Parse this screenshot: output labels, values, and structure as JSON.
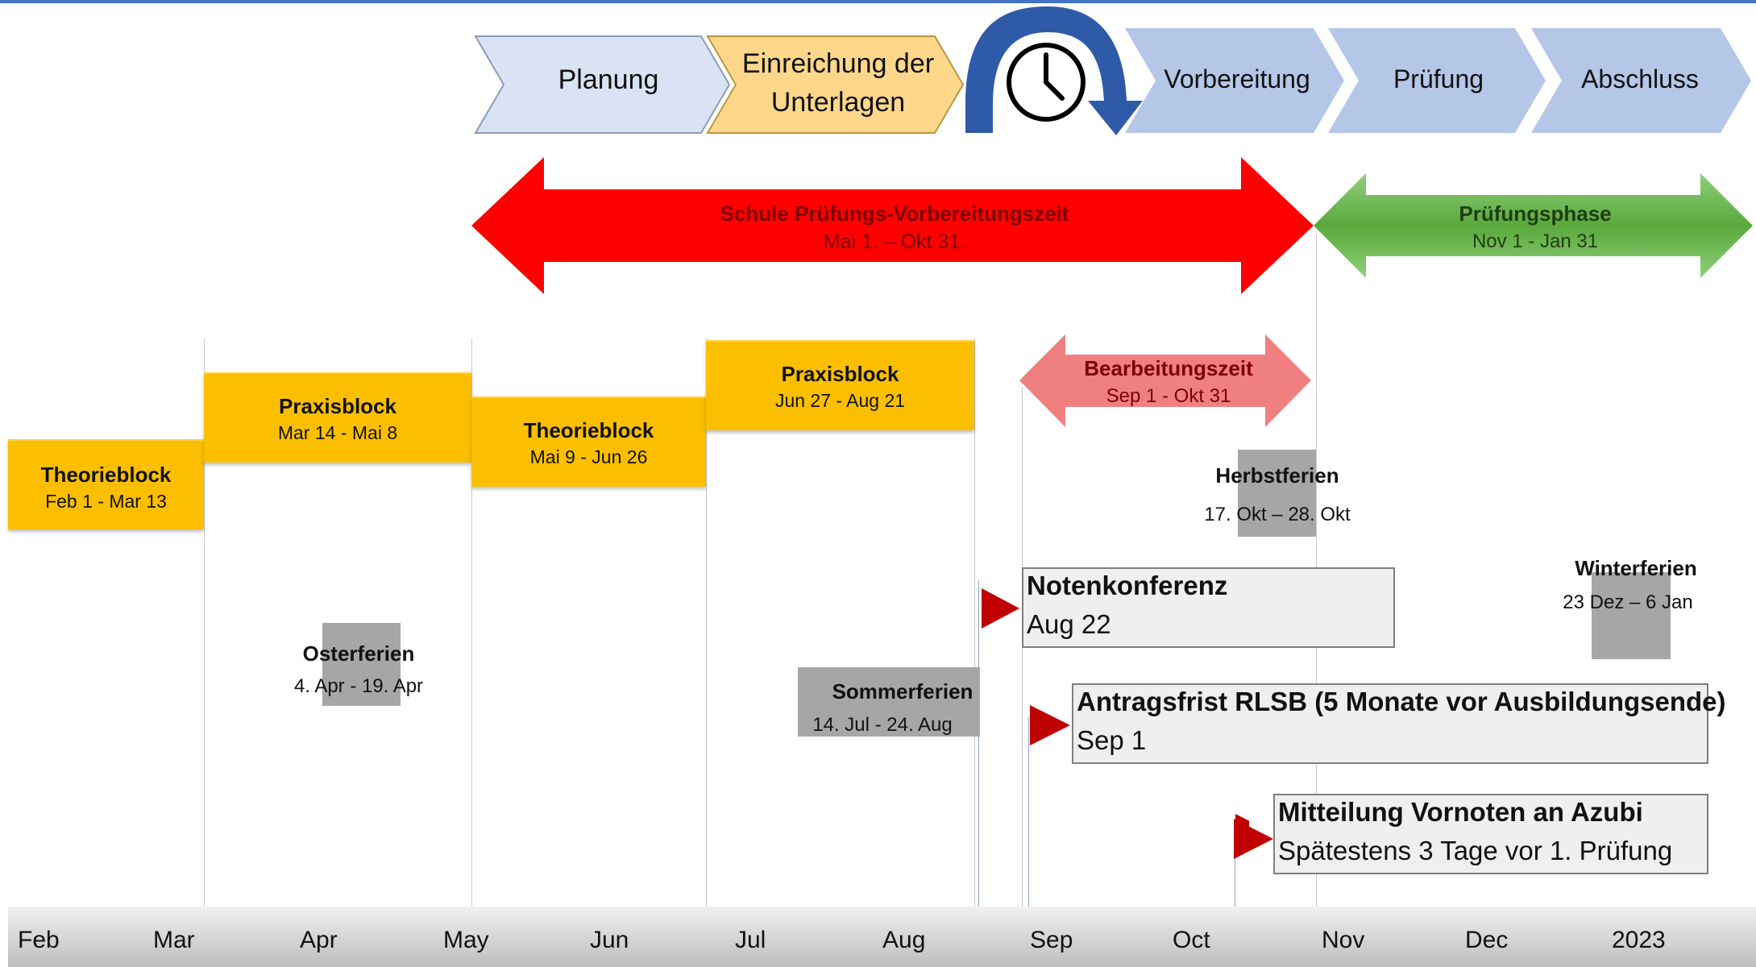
{
  "process_steps": [
    {
      "label": "Planung",
      "color": "#dae3f3"
    },
    {
      "label": "Einreichung der Unterlagen",
      "color": "#ffd78a"
    },
    {
      "label": "Vorbereitung",
      "color": "#b4c7e7"
    },
    {
      "label": "Prüfung",
      "color": "#b4c7e7"
    },
    {
      "label": "Abschluss",
      "color": "#b4c7e7"
    }
  ],
  "clock_icon": "clock-icon",
  "wide_arrows": [
    {
      "title": "Schule Prüfungs-Vorbereitungszeit",
      "dates": "Mai 1. – Okt 31.",
      "color": "#ff0000"
    },
    {
      "title": "Prüfungsphase",
      "dates": "Nov 1 - Jan 31",
      "color": "#6ab04c"
    }
  ],
  "bearbeitung": {
    "title": "Bearbeitungszeit",
    "dates": "Sep 1 - Okt 31",
    "color": "#f08080"
  },
  "blocks": [
    {
      "title": "Theorieblock",
      "dates": "Feb 1 - Mar 13"
    },
    {
      "title": "Praxisblock",
      "dates": "Mar 14 - Mai 8"
    },
    {
      "title": "Theorieblock",
      "dates": "Mai 9 - Jun 26"
    },
    {
      "title": "Praxisblock",
      "dates": "Jun 27 - Aug 21"
    }
  ],
  "holidays": [
    {
      "title": "Osterferien",
      "dates": "4. Apr - 19. Apr"
    },
    {
      "title": "Sommerferien",
      "dates": "14. Jul - 24. Aug"
    },
    {
      "title": "Herbstferien",
      "dates": "17. Okt – 28. Okt"
    },
    {
      "title": "Winterferien",
      "dates": "23 Dez – 6 Jan"
    }
  ],
  "milestones": [
    {
      "title": "Notenkonferenz",
      "detail": "Aug 22"
    },
    {
      "title": "Antragsfrist RLSB (5 Monate vor Ausbildungsende)",
      "detail": "Sep 1"
    },
    {
      "title": "Mitteilung Vornoten an Azubi",
      "detail": "Spätestens 3 Tage vor 1. Prüfung"
    }
  ],
  "flag_color": "#c00000",
  "months": [
    "Feb",
    "Mar",
    "Apr",
    "May",
    "Jun",
    "Jul",
    "Aug",
    "Sep",
    "Oct",
    "Nov",
    "Dec",
    "2023"
  ]
}
